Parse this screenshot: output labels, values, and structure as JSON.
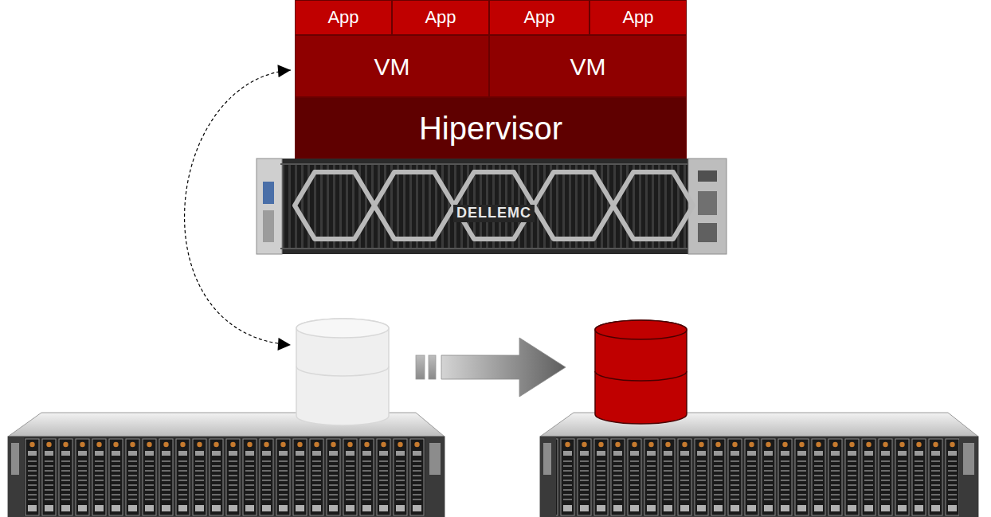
{
  "diagram": {
    "nodes": [
      {
        "text": [
          "App"
        ]
      },
      {
        "text": [
          "App"
        ]
      },
      {
        "text": [
          "App"
        ]
      },
      {
        "text": [
          "App"
        ]
      },
      {
        "text": [
          "VM"
        ]
      },
      {
        "text": [
          "VM"
        ]
      },
      {
        "text": [
          "Hipervisor"
        ]
      }
    ],
    "labels": [
      "DELLEMC"
    ]
  }
}
